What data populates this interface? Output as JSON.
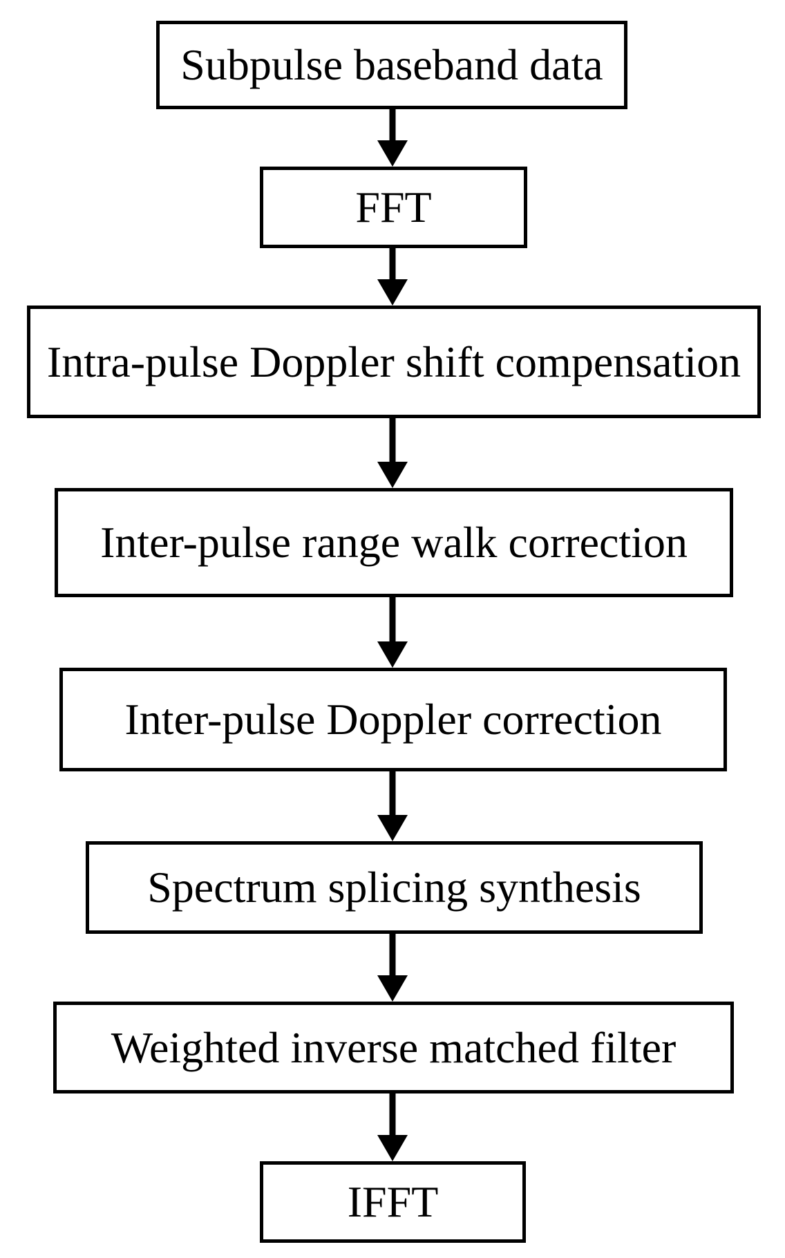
{
  "diagram": {
    "steps": [
      {
        "label": "Subpulse baseband data"
      },
      {
        "label": "FFT"
      },
      {
        "label": "Intra-pulse Doppler shift compensation"
      },
      {
        "label": "Inter-pulse range walk correction"
      },
      {
        "label": "Inter-pulse Doppler correction"
      },
      {
        "label": "Spectrum splicing synthesis"
      },
      {
        "label": "Weighted inverse matched filter"
      },
      {
        "label": "IFFT"
      }
    ],
    "line_color": "#000000",
    "background_color": "#ffffff"
  }
}
